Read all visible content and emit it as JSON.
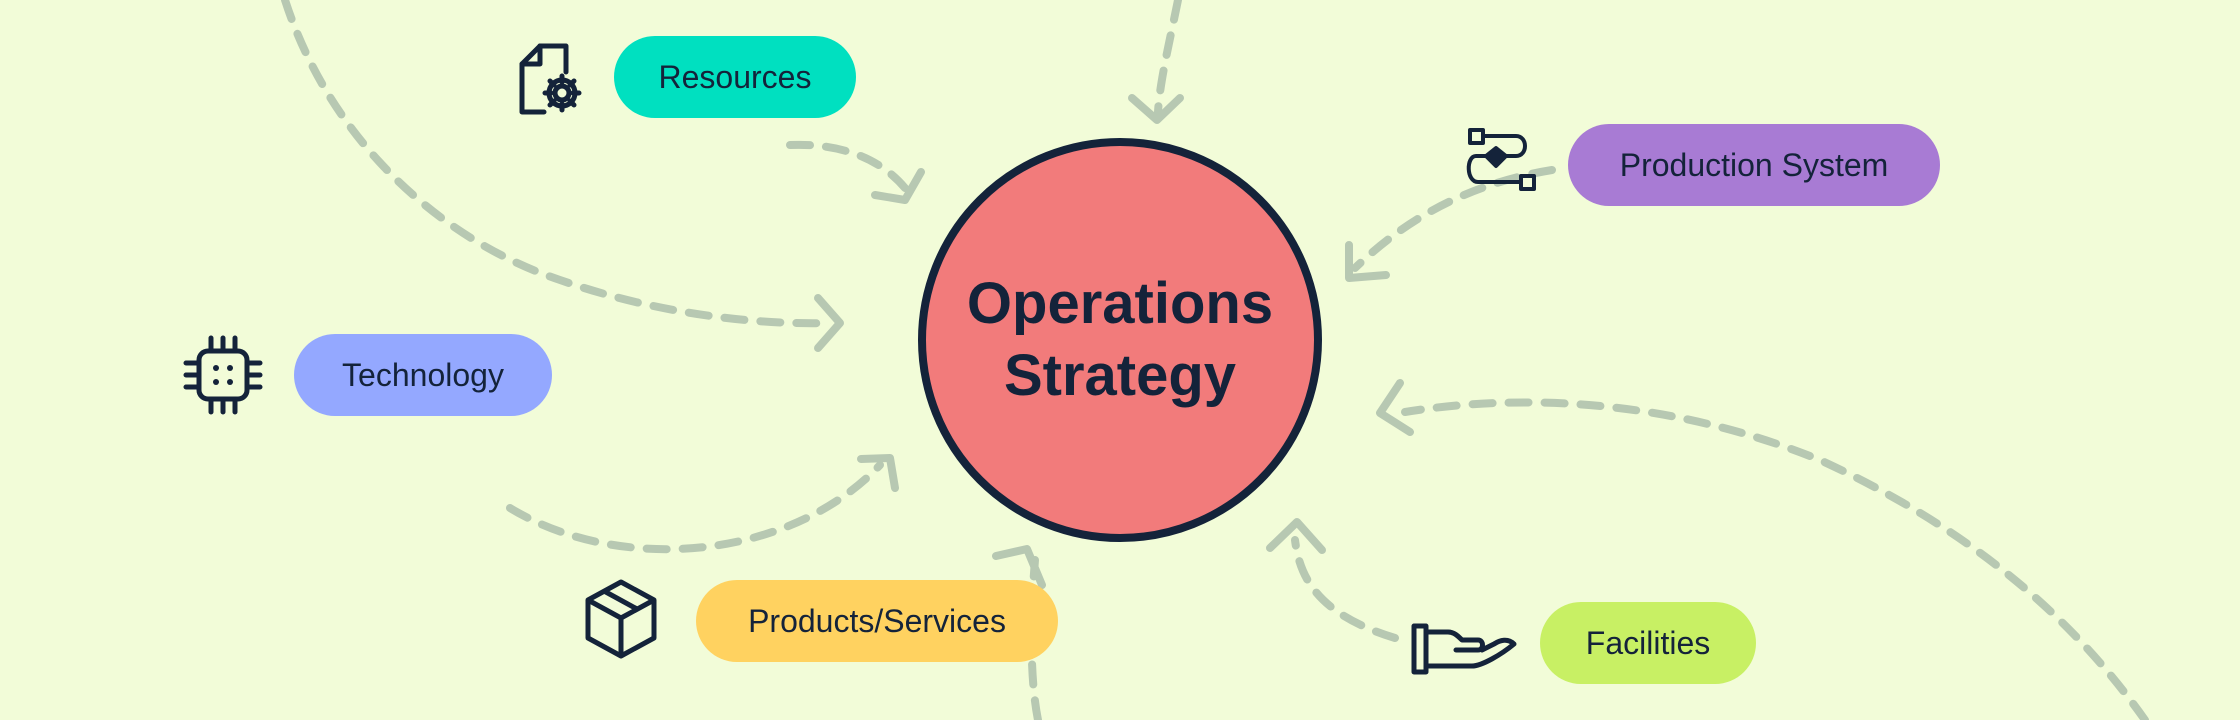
{
  "center": {
    "title": "Operations\nStrategy",
    "color": "#f27b7b"
  },
  "nodes": [
    {
      "id": "resources",
      "label": "Resources",
      "color": "#00e0c0",
      "icon": "document-gear-icon"
    },
    {
      "id": "production-system",
      "label": "Production System",
      "color": "#a87bd4",
      "icon": "workflow-shapes-icon"
    },
    {
      "id": "technology",
      "label": "Technology",
      "color": "#94a8ff",
      "icon": "chip-icon"
    },
    {
      "id": "products-services",
      "label": "Products/Services",
      "color": "#ffd260",
      "icon": "box-icon"
    },
    {
      "id": "facilities",
      "label": "Facilities",
      "color": "#c8f064",
      "icon": "hand-icon"
    }
  ],
  "colors": {
    "background": "#f2fcd8",
    "arrow": "#b7c8b2",
    "ink": "#14233a"
  }
}
